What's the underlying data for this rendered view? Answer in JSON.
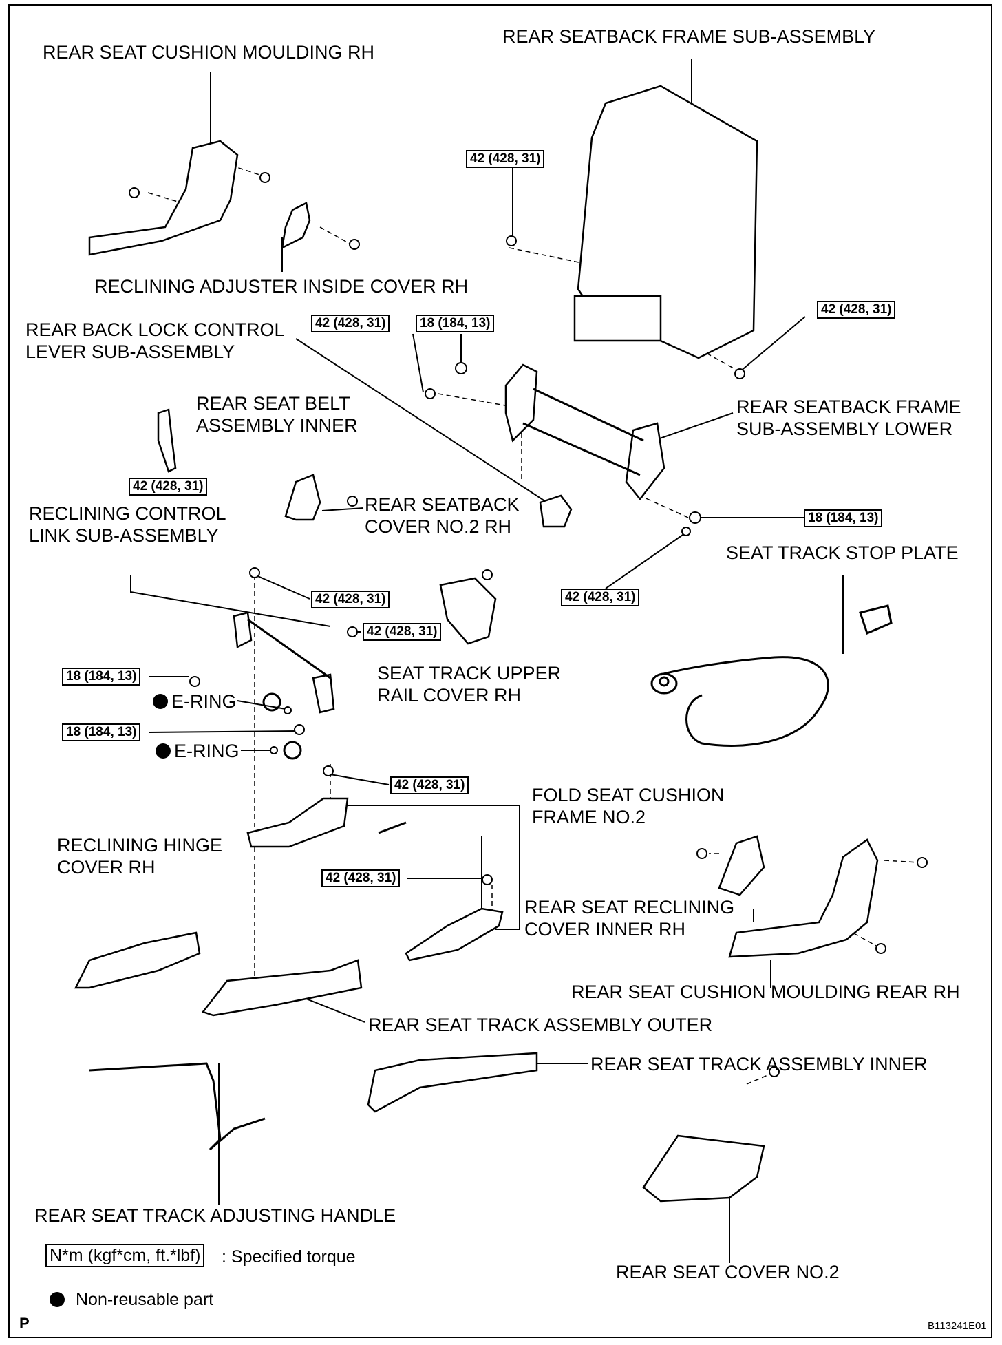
{
  "labels": {
    "cushion_moulding_rh": "REAR SEAT CUSHION MOULDING RH",
    "seatback_frame": "REAR SEATBACK FRAME SUB-ASSEMBLY",
    "reclining_adjuster_cover": "RECLINING ADJUSTER INSIDE COVER RH",
    "back_lock_lever_1": "REAR BACK LOCK CONTROL",
    "back_lock_lever_2": "LEVER SUB-ASSEMBLY",
    "belt_inner_1": "REAR SEAT BELT",
    "belt_inner_2": "ASSEMBLY INNER",
    "frame_lower_1": "REAR SEATBACK FRAME",
    "frame_lower_2": "SUB-ASSEMBLY LOWER",
    "reclining_link_1": "RECLINING CONTROL",
    "reclining_link_2": "LINK SUB-ASSEMBLY",
    "seatback_cover_1": "REAR SEATBACK",
    "seatback_cover_2": "COVER NO.2 RH",
    "stop_plate": "SEAT TRACK STOP PLATE",
    "upper_rail_1": "SEAT TRACK UPPER",
    "upper_rail_2": "RAIL COVER RH",
    "e_ring_1": "E-RING",
    "e_ring_2": "E-RING",
    "fold_frame_1": "FOLD SEAT CUSHION",
    "fold_frame_2": "FRAME NO.2",
    "hinge_cover_1": "RECLINING HINGE",
    "hinge_cover_2": "COVER RH",
    "reclining_inner_1": "REAR SEAT RECLINING",
    "reclining_inner_2": "COVER INNER RH",
    "moulding_rear": "REAR SEAT CUSHION MOULDING REAR RH",
    "track_outer": "REAR SEAT TRACK ASSEMBLY OUTER",
    "track_inner": "REAR SEAT TRACK ASSEMBLY INNER",
    "adjusting_handle": "REAR SEAT TRACK ADJUSTING HANDLE",
    "cover_no2": "REAR SEAT COVER NO.2"
  },
  "torques": {
    "t1": "42 (428, 31)",
    "t2": "42 (428, 31)",
    "t3": "42 (428, 31)",
    "t4": "18 (184, 13)",
    "t5": "42 (428, 31)",
    "t6": "18 (184, 13)",
    "t7": "42 (428, 31)",
    "t8": "42 (428, 31)",
    "t9": "42 (428, 31)",
    "t10": "18 (184, 13)",
    "t11": "18 (184, 13)",
    "t12": "42 (428, 31)",
    "t13": "42 (428, 31)"
  },
  "legend": {
    "torque_box": "N*m (kgf*cm, ft.*lbf)",
    "torque_text": ": Specified torque",
    "nonreusable": "Non-reusable part"
  },
  "footer": {
    "left": "P",
    "code": "B113241E01"
  }
}
